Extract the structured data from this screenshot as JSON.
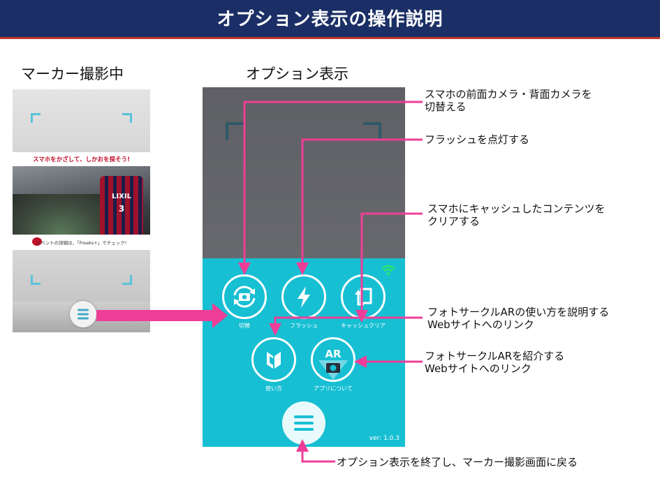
{
  "title": "オプション表示の操作説明",
  "labels": {
    "marker": "マーカー撮影中",
    "option": "オプション表示"
  },
  "poster": {
    "headline": "スマホをかざして、しかおを探そう!",
    "jersey_text": "LIXIL",
    "jersey_number": "3",
    "footer": "イベントの詳細は、「Freaks+」でチェック!"
  },
  "phone": {
    "buttons": [
      {
        "label": "切替",
        "icon": "camera-switch-icon"
      },
      {
        "label": "フラッシュ",
        "icon": "flash-icon"
      },
      {
        "label": "キャッシュクリア",
        "icon": "cache-clear-icon"
      },
      {
        "label": "使い方",
        "icon": "beginner-mark-icon"
      },
      {
        "label": "アプリについて",
        "icon": "ar-camera-icon",
        "badge": "AR"
      }
    ],
    "version": "ver: 1.0.3",
    "wifi_icon": "wifi-icon",
    "menu_icon": "menu-icon"
  },
  "annotations": {
    "camera": "スマホの前面カメラ・背面カメラを\n切替える",
    "flash": "フラッシュを点灯する",
    "cache": "スマホにキャッシュしたコンテンツを\nクリアする",
    "usage": "フォトサークルARの使い方を説明する\nWebサイトへのリンク",
    "about": "フォトサークルARを紹介する\nWebサイトへのリンク",
    "close": "オプション表示を終了し、マーカー撮影画面に戻る"
  },
  "colors": {
    "header_bg": "#1b2f66",
    "accent_pink": "#ee3e97",
    "panel_cyan": "#17bfd3"
  }
}
